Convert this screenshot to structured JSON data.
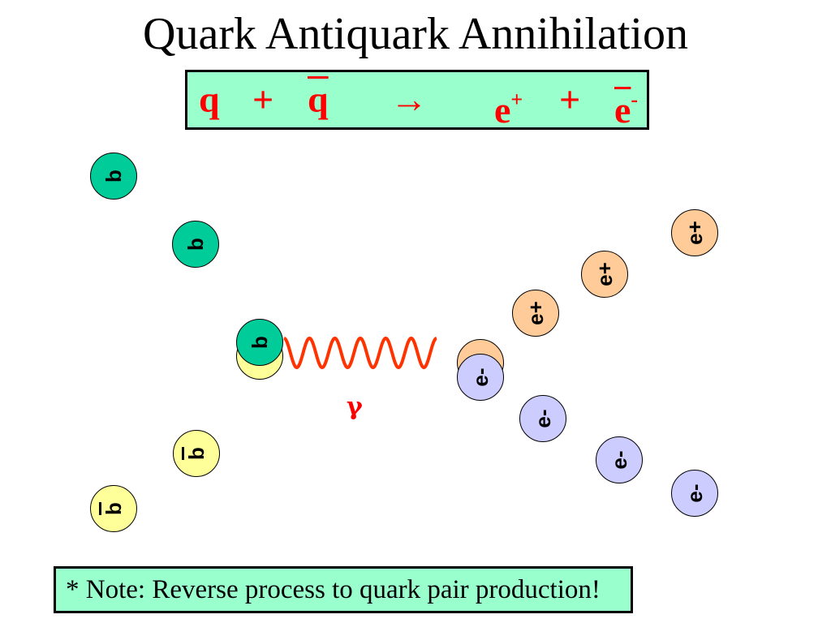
{
  "title": "Quark Antiquark Annihilation",
  "equation": {
    "q": "q",
    "plus1": "+",
    "qbar": "q",
    "arrow": "→",
    "positron_base": "e",
    "positron_sup": "+",
    "plus2": "+",
    "electron_base": "e",
    "electron_sup": "-"
  },
  "particles": {
    "quark_label": "b",
    "antiquark_label": "b",
    "positron_label": "e+",
    "electron_label": "e-"
  },
  "photon_label": "γ",
  "note": "* Note: Reverse process to quark pair production!",
  "colors": {
    "quark": "#00cc99",
    "antiquark": "#ffff99",
    "positron": "#ffcc99",
    "electron": "#ccccff",
    "photon": "#ff3300",
    "equation_text": "#ff0000",
    "box_fill": "#99ffcc"
  }
}
